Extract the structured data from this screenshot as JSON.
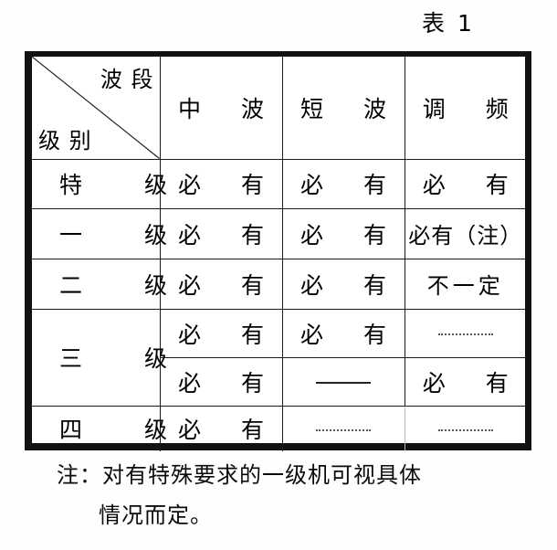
{
  "caption": "表 1",
  "table": {
    "corner_header": {
      "band_label": "波 段",
      "grade_label": "级 别"
    },
    "columns": [
      {
        "key": "mw",
        "label": "中 波"
      },
      {
        "key": "sw",
        "label": "短 波"
      },
      {
        "key": "fm",
        "label": "调 频"
      }
    ],
    "rows": [
      {
        "grade": "特 级",
        "subrows": [
          {
            "mw": "必 有",
            "sw": "必 有",
            "fm": "必 有"
          }
        ]
      },
      {
        "grade": "一 级",
        "subrows": [
          {
            "mw": "必 有",
            "sw": "必 有",
            "fm": "必有（注）"
          }
        ]
      },
      {
        "grade": "二 级",
        "subrows": [
          {
            "mw": "必 有",
            "sw": "必 有",
            "fm": "不一定"
          }
        ]
      },
      {
        "grade": "三 级",
        "subrows": [
          {
            "mw": "必 有",
            "sw": "必 有",
            "fm": "——"
          },
          {
            "mw": "必 有",
            "sw": "——",
            "fm": "必 有"
          }
        ]
      },
      {
        "grade": "四 级",
        "subrows": [
          {
            "mw": "必 有",
            "sw": "——",
            "fm": "——"
          }
        ]
      }
    ]
  },
  "notes": {
    "line1": "注：对有特殊要求的一级机可视具体",
    "line2": "情况而定。"
  }
}
